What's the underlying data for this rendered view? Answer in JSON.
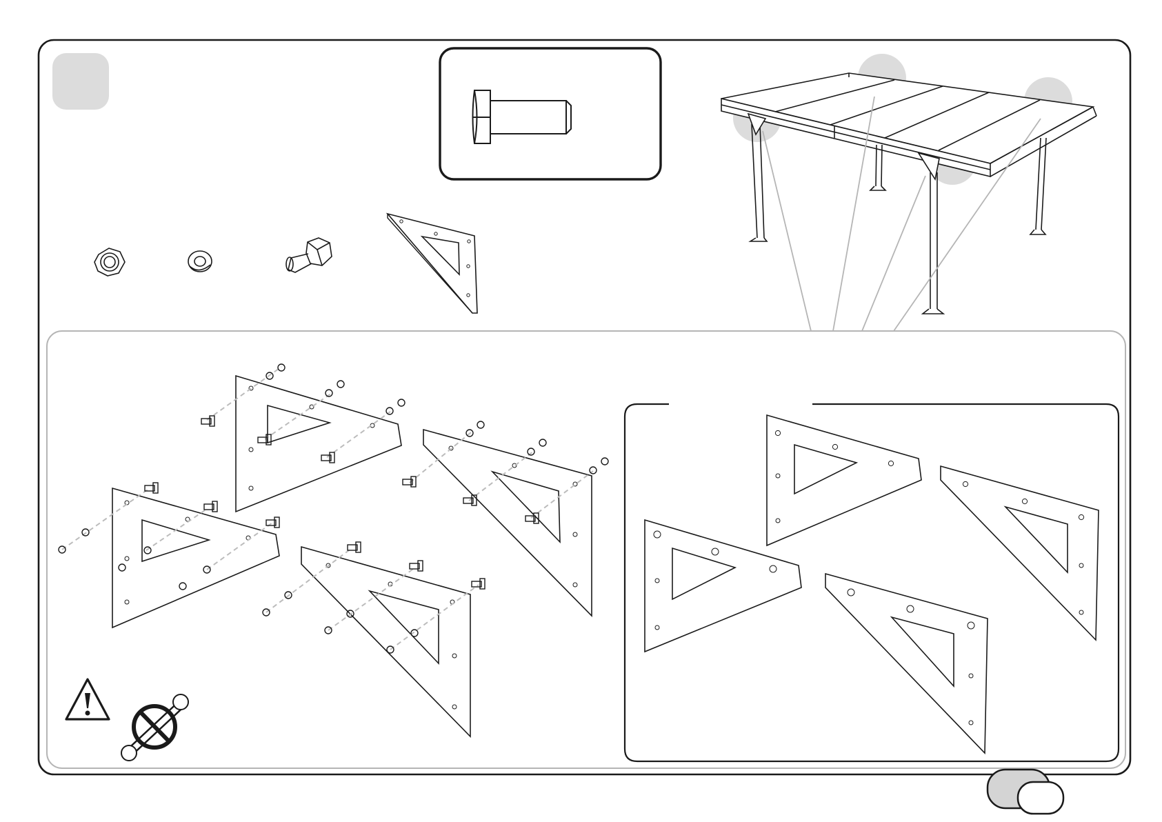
{
  "document": {
    "step_number": "",
    "page_number": "",
    "footer_text": ""
  },
  "parts": [
    {
      "name": "lock-nut",
      "quantity": ""
    },
    {
      "name": "washer",
      "quantity": ""
    },
    {
      "name": "hex-bolt",
      "quantity": ""
    },
    {
      "name": "triangle-bracket-plate",
      "quantity": ""
    }
  ],
  "result_panel": {
    "title": ""
  },
  "icons": {
    "warning": "warning-triangle-icon",
    "no_power_tool": "no-power-tool-icon"
  },
  "colors": {
    "line": "#1a1a1a",
    "highlight": "#dcdcdc",
    "panel_border": "#b5b5b5"
  }
}
